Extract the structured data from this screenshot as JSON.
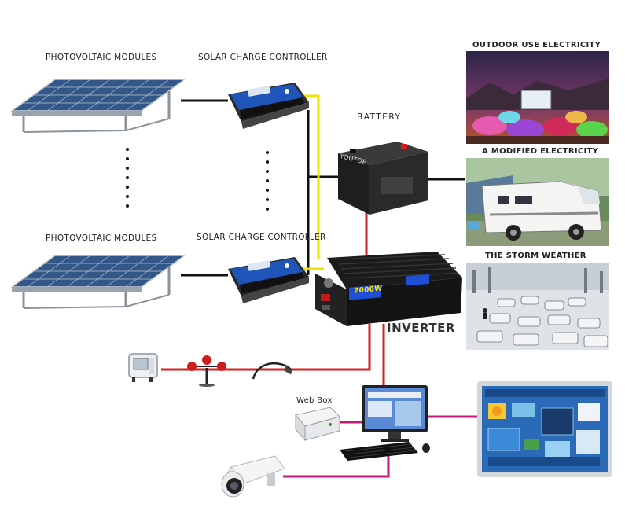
{
  "labels": {
    "pv_top": "PHOTOVOLTAIC MODULES",
    "pv_bottom": "PHOTOVOLTAIC MODULES",
    "controller_top": "SOLAR CHARGE CONTROLLER",
    "controller_bottom": "SOLAR CHARGE CONTROLLER",
    "battery": "BATTERY",
    "inverter": "INVERTER",
    "outdoor": "OUTDOOR USE ELECTRICITY",
    "modified": "A MODIFIED ELECTRICITY",
    "storm": "THE STORM WEATHER",
    "webbox": "Web Box"
  },
  "devices": {
    "inverter_rating": "2000W",
    "battery_brand": "YOUTOP"
  },
  "colors": {
    "wire_black": "#111111",
    "wire_red": "#d42020",
    "wire_yellow": "#f2e000",
    "wire_magenta": "#c4187a",
    "controller_blue": "#1f54b8",
    "panel_blue": "#3b5f8f"
  }
}
